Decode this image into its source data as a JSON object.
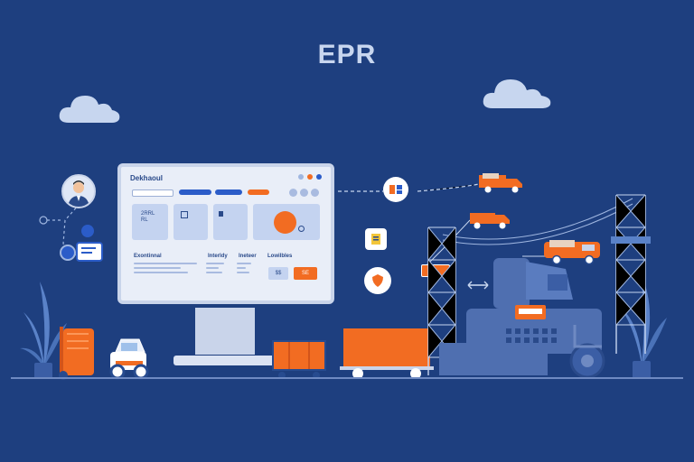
{
  "title": "EPR",
  "dashboard": {
    "brand": "Dekhaoul",
    "card_label": "2RRL\nRL",
    "sections": [
      "Exontinnal",
      "Interldy",
      "Ineteer",
      "Lowilbles"
    ],
    "button_ghost": "$$",
    "button_accent": "SE"
  },
  "colors": {
    "background": "#1e3f7f",
    "accent": "#f26c22",
    "screen": "#e9eef8",
    "card": "#c4d3f0",
    "machinery": "#4f6fb0"
  },
  "icons": [
    "avatar-icon",
    "chat-icon",
    "settings-icon",
    "puzzle-icon",
    "document-icon",
    "shield-icon",
    "cloud-icon",
    "plant-icon",
    "truck-icon",
    "crane-icon",
    "forklift-icon",
    "tractor-icon"
  ]
}
